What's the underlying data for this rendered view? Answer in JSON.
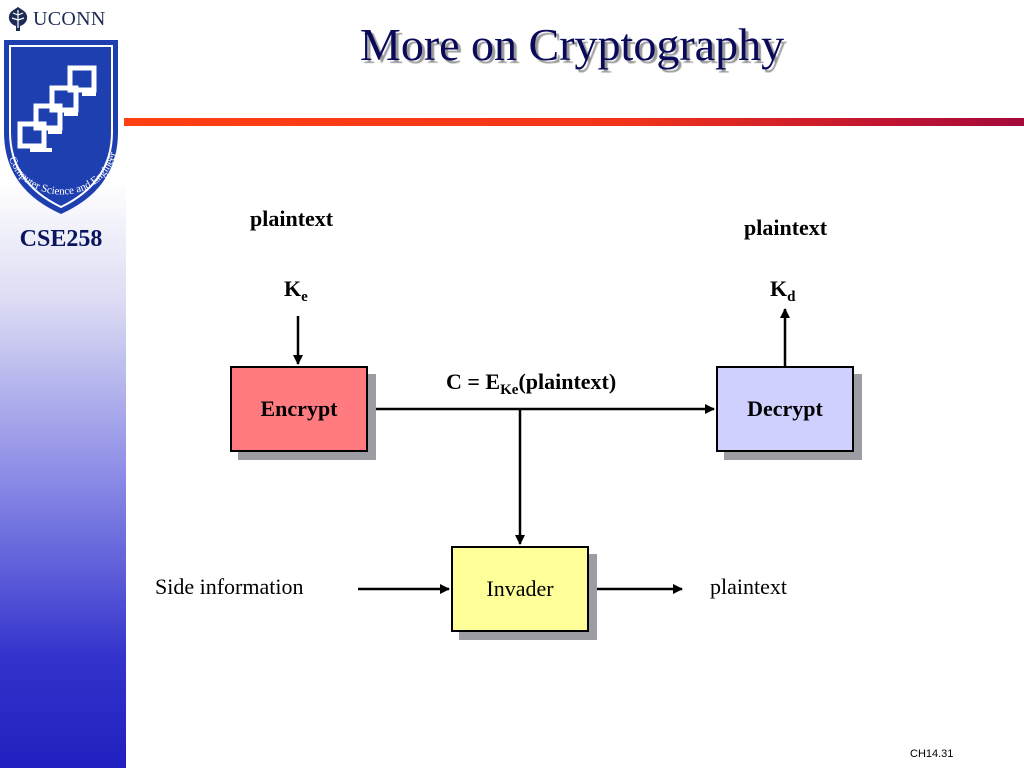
{
  "header": {
    "title": "More on Cryptography",
    "logo_text": "UCONN",
    "course": "CSE258",
    "seal_text": "Computer Science and Engineering"
  },
  "diagram": {
    "plaintext_in": "plaintext",
    "plaintext_out": "plaintext",
    "key_encrypt": {
      "base": "K",
      "sub": "e"
    },
    "key_decrypt": {
      "base": "K",
      "sub": "d"
    },
    "cipher": {
      "prefix": "C = E",
      "sub": "Ke",
      "suffix": "(plaintext)"
    },
    "encrypt_label": "Encrypt",
    "decrypt_label": "Decrypt",
    "invader_label": "Invader",
    "side_information": "Side information",
    "invader_output": "plaintext"
  },
  "footer": {
    "page_ref": "CH14.31"
  },
  "colors": {
    "encrypt_fill": "#ff7b7f",
    "decrypt_fill": "#d0d0ff",
    "invader_fill": "#ffff99",
    "title_rule": "#e8301e",
    "title_text": "#0a0a5a"
  }
}
